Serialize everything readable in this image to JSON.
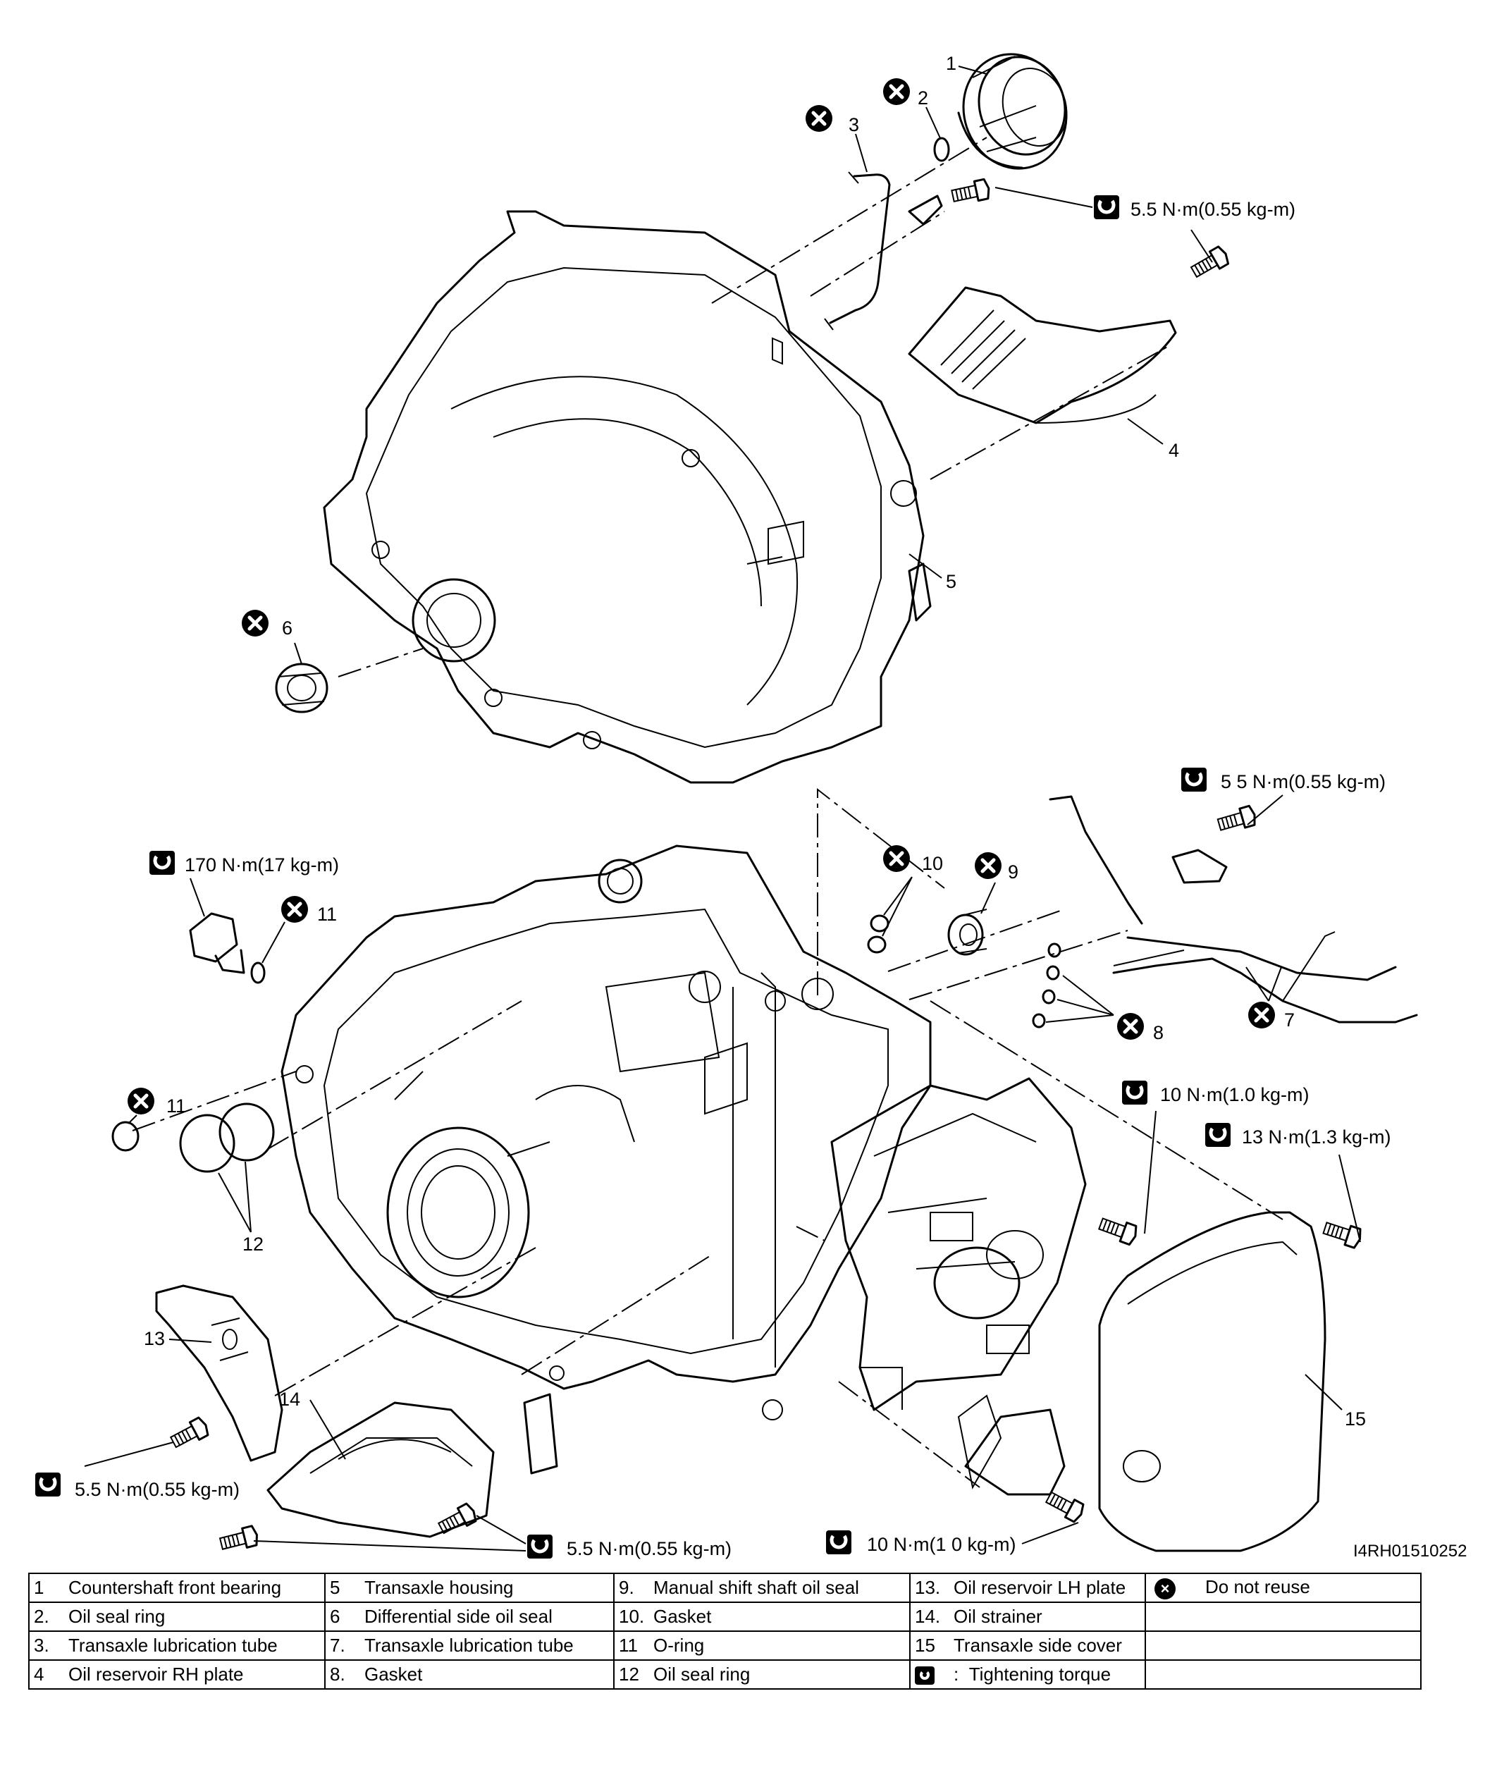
{
  "diagram": {
    "doc_id": "I4RH01510252",
    "callouts": {
      "c1": "1",
      "c2": "2",
      "c3": "3",
      "c4": "4",
      "c5": "5",
      "c6": "6",
      "c7": "7",
      "c8": "8",
      "c9": "9",
      "c10": "10",
      "c11a": "11",
      "c11b": "11",
      "c12": "12",
      "c13": "13",
      "c14": "14",
      "c15": "15"
    },
    "torques": {
      "t_top": "5.5 N·m(0.55 kg-m)",
      "t_right_upper": "5 5 N·m(0.55 kg-m)",
      "t_plug": "170 N·m(17 kg-m)",
      "t_valve": "10 N·m(1.0 kg-m)",
      "t_cover": "13 N·m(1.3  kg-m)",
      "t_left_lower": "5.5 N·m(0.55 kg-m)",
      "t_bottom_mid": "5.5 N·m(0.55 kg-m)",
      "t_bottom_right": "10 N·m(1 0 kg-m)"
    },
    "icons": {
      "do_not_reuse": "do-not-reuse-icon",
      "tightening_torque": "wrench-torque-icon"
    }
  },
  "legend": {
    "rows": [
      [
        {
          "n": "1",
          "t": "Countershaft front bearing"
        },
        {
          "n": "5",
          "t": "Transaxle housing"
        },
        {
          "n": "9.",
          "t": "Manual shift shaft oil seal"
        },
        {
          "n": "13.",
          "t": "Oil reservoir LH plate"
        },
        {
          "icon": "x",
          "t": "Do not reuse"
        }
      ],
      [
        {
          "n": "2.",
          "t": "Oil seal ring"
        },
        {
          "n": "6",
          "t": "Differential side oil seal"
        },
        {
          "n": "10.",
          "t": "Gasket"
        },
        {
          "n": "14.",
          "t": "Oil strainer"
        },
        {
          "t": ""
        }
      ],
      [
        {
          "n": "3.",
          "t": "Transaxle lubrication tube"
        },
        {
          "n": "7.",
          "t": "Transaxle lubrication tube"
        },
        {
          "n": "11",
          "t": "O-ring"
        },
        {
          "n": "15",
          "t": "Transaxle side cover"
        },
        {
          "t": ""
        }
      ],
      [
        {
          "n": "4",
          "t": "Oil reservoir RH plate"
        },
        {
          "n": "8.",
          "t": "Gasket"
        },
        {
          "n": "12",
          "t": "Oil seal ring"
        },
        {
          "icon": "wrench",
          "n": ":",
          "t": "Tightening torque"
        },
        {
          "t": ""
        }
      ]
    ]
  }
}
